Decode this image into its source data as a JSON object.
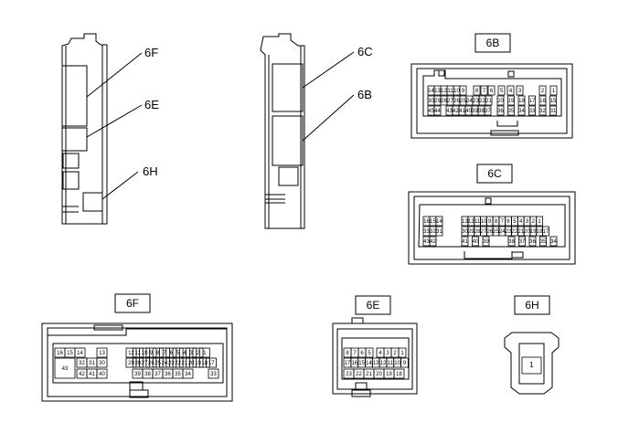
{
  "callouts": {
    "c6F": "6F",
    "c6E": "6E",
    "c6H": "6H",
    "c6C": "6C",
    "c6B": "6B"
  },
  "labels": {
    "l6B": "6B",
    "l6C": "6C",
    "l6F": "6F",
    "l6E": "6E",
    "l6H": "6H"
  },
  "pins": {
    "b6": {
      "r1": [
        "14",
        "13",
        "12",
        "11",
        "10",
        "9",
        "8",
        "7",
        "6",
        "5",
        "4",
        "3",
        "2",
        "1"
      ],
      "r2": [
        "30",
        "29",
        "28",
        "27",
        "26",
        "25",
        "24",
        "23",
        "22",
        "21",
        "20",
        "19",
        "18",
        "17",
        "16",
        "15"
      ],
      "r3": [
        "45",
        "44",
        "43",
        "42",
        "41",
        "40",
        "39",
        "38",
        "37",
        "36",
        "35",
        "34",
        "33",
        "32",
        "31"
      ]
    },
    "c6": {
      "r1": [
        "16",
        "15",
        "14",
        "13",
        "12",
        "11",
        "10",
        "9",
        "8",
        "7",
        "6",
        "5",
        "4",
        "3",
        "2",
        "1"
      ],
      "r2": [
        "33",
        "32",
        "31",
        "30",
        "29",
        "28",
        "27",
        "26",
        "25",
        "24",
        "23",
        "22",
        "21",
        "20",
        "19",
        "18",
        "17"
      ],
      "r3": [
        "43",
        "42",
        "41",
        "40",
        "39",
        "38",
        "37",
        "36",
        "35",
        "34"
      ]
    },
    "f6": {
      "r1": [
        "16",
        "15",
        "14",
        "13",
        "12",
        "11",
        "10",
        "9",
        "8",
        "7",
        "6",
        "5",
        "4",
        "3",
        "2",
        "1"
      ],
      "r2": [
        "43",
        "32",
        "31",
        "30",
        "29",
        "28",
        "27",
        "26",
        "25",
        "24",
        "23",
        "22",
        "21",
        "20",
        "19",
        "18",
        "17"
      ],
      "r3": [
        "42",
        "41",
        "40",
        "39",
        "38",
        "37",
        "36",
        "35",
        "34",
        "33"
      ]
    },
    "e6": {
      "r1": [
        "8",
        "7",
        "6",
        "5",
        "4",
        "3",
        "2",
        "1"
      ],
      "r2": [
        "17",
        "16",
        "15",
        "14",
        "13",
        "12",
        "11",
        "10",
        "9"
      ],
      "r3": [
        "23",
        "22",
        "21",
        "20",
        "19",
        "18"
      ]
    },
    "h6": {
      "r1": [
        "1"
      ]
    }
  }
}
